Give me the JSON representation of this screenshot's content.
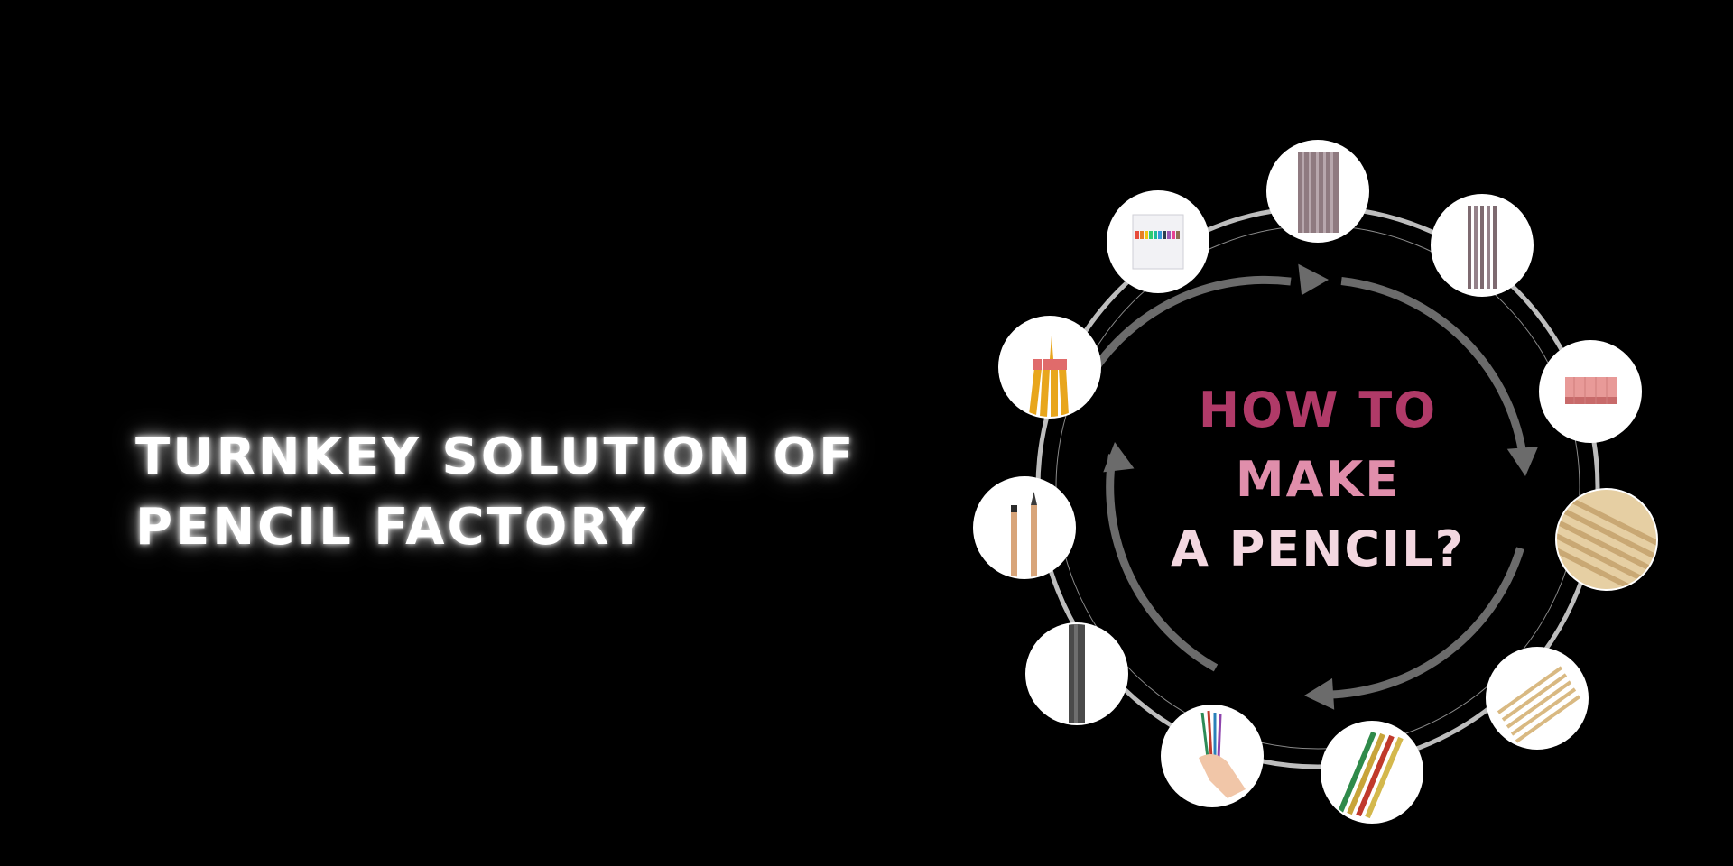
{
  "headline": {
    "line1": "TURNKEY SOLUTION OF",
    "line2": "PENCIL FACTORY"
  },
  "diagram": {
    "center": {
      "line1": "HOW TO",
      "line2": "MAKE",
      "line3": "A PENCIL?"
    },
    "steps": [
      "graphite-lead-sticks-icon",
      "lead-sticks-bundle-icon",
      "wood-slat-icon",
      "wood-slats-stack-icon",
      "wooden-pencil-blanks-icon",
      "colored-pencils-icon",
      "hand-holding-pencils-icon",
      "black-pencil-icon",
      "natural-pencil-icon",
      "yellow-eraser-pencils-icon",
      "boxed-colored-pencils-icon"
    ],
    "colors": {
      "outer_ring": "#bdbdbd",
      "arrow_ring": "#6b6b6b",
      "title_line1": "#b03a68",
      "title_line2": "#e08eab",
      "title_line3": "#f3d7e0"
    }
  }
}
